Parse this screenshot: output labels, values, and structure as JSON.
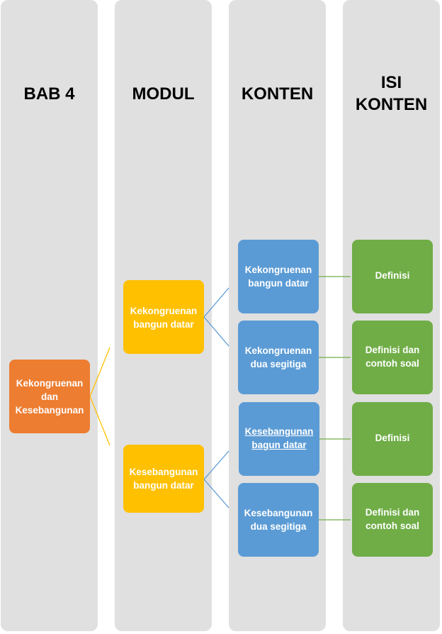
{
  "columns": [
    {
      "title": "BAB 4"
    },
    {
      "title": "MODUL"
    },
    {
      "title": "KONTEN"
    },
    {
      "title_line1": "ISI",
      "title_line2": "KONTEN"
    }
  ],
  "bab": {
    "line1": "Kekongruenan",
    "line2": "dan",
    "line3": "Kesebangunan"
  },
  "modul": [
    {
      "line1": "Kekongruenan",
      "line2": "bangun datar"
    },
    {
      "line1": "Kesebangunan",
      "line2": "bangun datar"
    }
  ],
  "konten": [
    {
      "line1": "Kekongruenan",
      "line2": "bangun datar"
    },
    {
      "line1": "Kekongruenan",
      "line2": "dua segitiga"
    },
    {
      "line1": "Kesebangunan",
      "line2": "bagun datar"
    },
    {
      "line1": "Kesebangunan",
      "line2": "dua segitiga"
    }
  ],
  "isi": [
    {
      "line1": "Definisi"
    },
    {
      "line1": "Definisi dan",
      "line2": "contoh soal"
    },
    {
      "line1": "Definisi"
    },
    {
      "line1": "Definisi dan",
      "line2": "contoh soal"
    }
  ],
  "colors": {
    "bab": "#ed7d31",
    "modul": "#ffc000",
    "konten": "#5b9bd5",
    "isi": "#70ad47"
  }
}
